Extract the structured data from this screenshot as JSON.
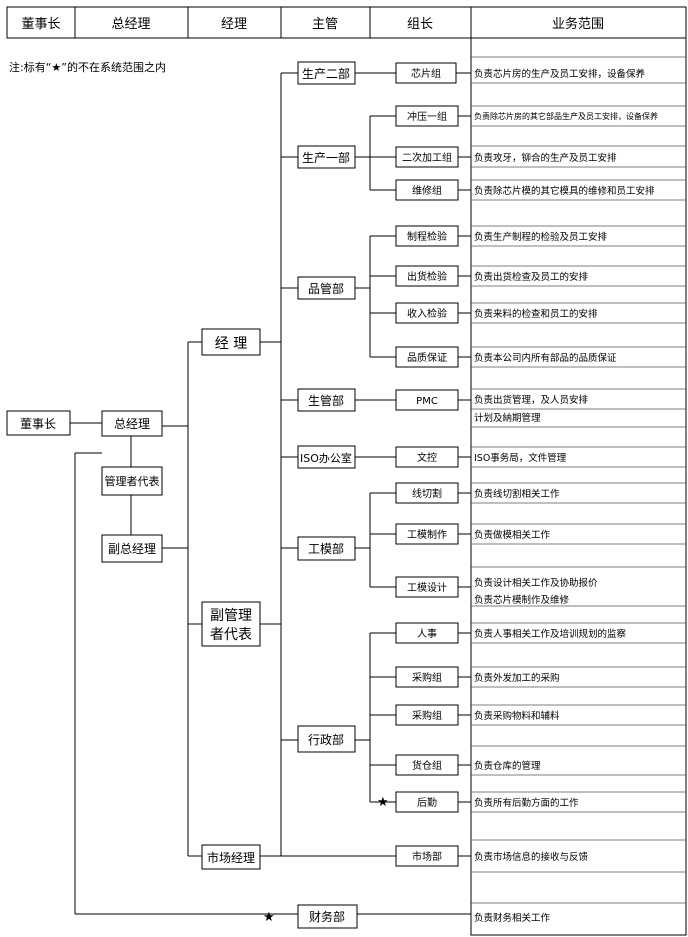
{
  "header": [
    "董事长",
    "总经理",
    "经理",
    "主管",
    "组长",
    "业务范围"
  ],
  "note": "注:标有“★”的不在系统范围之内",
  "star": "★",
  "nodes": {
    "chairman": "董事长",
    "gm": "总经理",
    "mgmt_rep": "管理者代表",
    "vice_gm": "副总经理",
    "manager": "经 理",
    "deputy_rep": "副管理者代表",
    "marketing_mgr": "市场经理",
    "prod2": "生产二部",
    "prod1": "生产一部",
    "qc": "品管部",
    "pmc_dept": "生管部",
    "iso": "ISO办公室",
    "mold": "工模部",
    "admin": "行政部",
    "finance": "财务部",
    "chip_group": "芯片组",
    "stamping": "冲压一组",
    "secondary": "二次加工组",
    "repair": "维修组",
    "process_insp": "制程检验",
    "shipping_insp": "出货检验",
    "incoming_insp": "收入检验",
    "qa": "品质保证",
    "pmc": "PMC",
    "doc_ctrl": "文控",
    "wire_cut": "线切割",
    "mold_make": "工模制作",
    "mold_design": "工模设计",
    "hr": "人事",
    "purchase1": "采购组",
    "purchase2": "采购组",
    "warehouse": "货仓组",
    "logistics": "后勤",
    "market": "市场部"
  },
  "scope": [
    "负责芯片房的生产及员工安排，设备保养",
    "负责除芯片房的其它部品生产及员工安排，设备保养",
    "负责攻牙，铆合的生产及员工安排",
    "负责除芯片模的其它模具的维修和员工安排",
    "负责生产制程的检验及员工安排",
    "负责出货检查及员工的安排",
    "负责来料的检查和员工的安排",
    "负责本公司内所有部品的品质保证",
    "负责出货管理，及人员安排",
    "计划及納期管理",
    "ISO事务局，文件管理",
    "负责线切割相关工作",
    "负责做模相关工作",
    "负责设计相关工作及协助报价",
    "负责芯片模制作及维修",
    "负责人事相关工作及培训规划的监察",
    "负责外发加工的采购",
    "负责采购物料和辅料",
    "负责仓库的管理",
    "负责所有后勤方面的工作",
    "负责市场信息的接收与反馈",
    "负责财务相关工作"
  ]
}
